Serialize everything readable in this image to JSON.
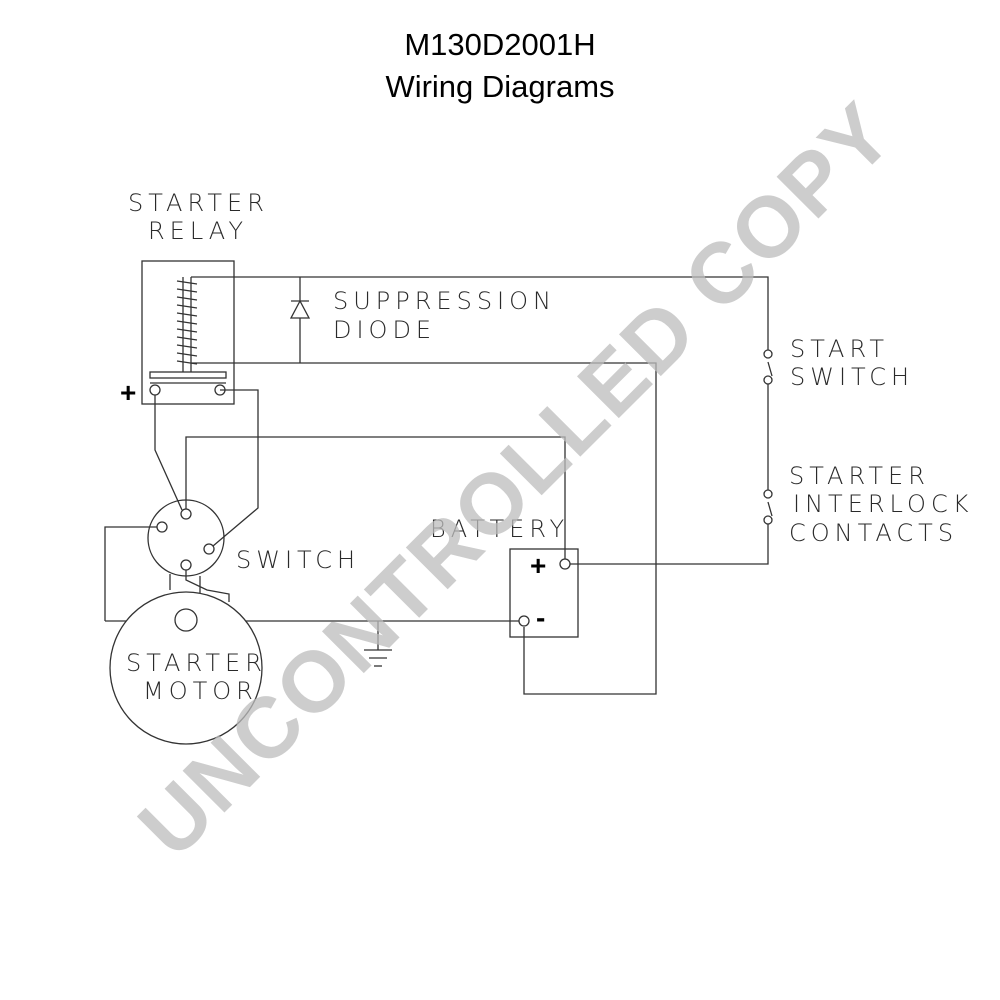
{
  "header": {
    "model": "M130D2001H",
    "subtitle": "Wiring Diagrams"
  },
  "labels": {
    "starter_relay_line1": "STARTER",
    "starter_relay_line2": "RELAY",
    "suppression_diode_line1": "SUPPRESSION",
    "suppression_diode_line2": "DIODE",
    "start_switch_line1": "START",
    "start_switch_line2": "SWITCH",
    "interlock_line1": "STARTER",
    "interlock_line2": "INTERLOCK",
    "interlock_line3": "CONTACTS",
    "battery": "BATTERY",
    "switch": "SWITCH",
    "starter_motor_line1": "STARTER",
    "starter_motor_line2": "MOTOR",
    "relay_plus": "+",
    "battery_plus": "+",
    "battery_minus": "-"
  },
  "watermark": "UNCONTROLLED COPY"
}
